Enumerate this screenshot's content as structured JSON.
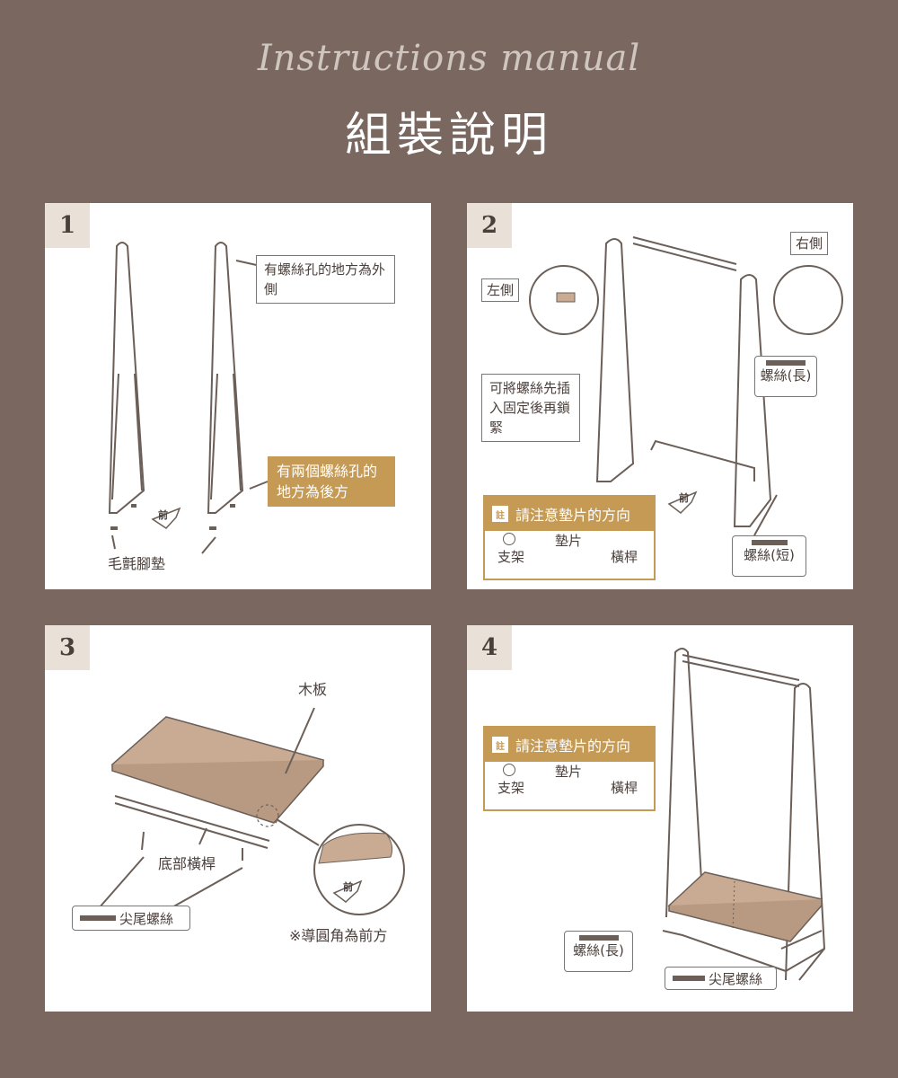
{
  "header": {
    "script_title": "Instructions manual",
    "title": "組裝說明"
  },
  "steps": [
    {
      "number": "1",
      "callout_outside": "有螺絲孔的地方為外側",
      "callout_back": "有兩個螺絲孔的地方為後方",
      "felt_pad": "毛氈腳墊",
      "front": "前"
    },
    {
      "number": "2",
      "right": "右側",
      "left": "左側",
      "tip": "可將螺絲先插入固定後再鎖緊",
      "screw_long": "螺絲(長)",
      "screw_short": "螺絲(短)",
      "front": "前",
      "note": {
        "tag": "註",
        "title": "請注意墊片的方向",
        "washer": "墊片",
        "stand": "支架",
        "bar": "橫桿"
      }
    },
    {
      "number": "3",
      "board": "木板",
      "bottom_bar": "底部橫桿",
      "pointed_screw": "尖尾螺絲",
      "rounded_note": "※導圓角為前方",
      "front": "前"
    },
    {
      "number": "4",
      "screw_long": "螺絲(長)",
      "pointed_screw": "尖尾螺絲",
      "note": {
        "tag": "註",
        "title": "請注意墊片的方向",
        "washer": "墊片",
        "stand": "支架",
        "bar": "橫桿"
      }
    }
  ],
  "colors": {
    "background": "#7a6860",
    "accent": "#c49a55",
    "tab": "#e9e1d7",
    "wood": "#c9ab93"
  }
}
